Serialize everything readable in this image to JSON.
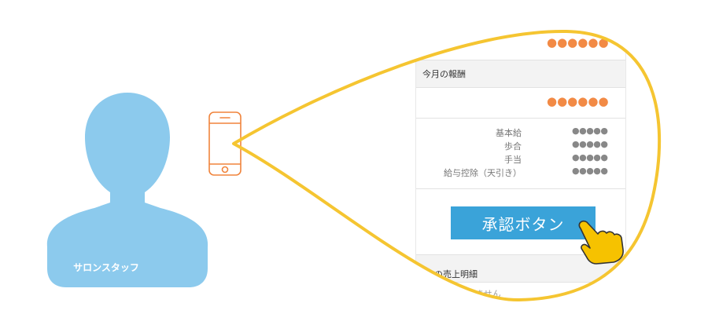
{
  "staff": {
    "label": "サロンスタッフ"
  },
  "screen": {
    "top_amount": "●●●●●●",
    "this_month": {
      "heading": "今月の報酬",
      "amount": "●●●●●●",
      "breakdown": [
        {
          "label": "基本給",
          "value": "●●●●●"
        },
        {
          "label": "歩合",
          "value": "●●●●●"
        },
        {
          "label": "手当",
          "value": "●●●●●"
        },
        {
          "label": "給与控除（天引き）",
          "value": "●●●●●"
        }
      ]
    },
    "approve_button": "承認ボタン",
    "sales_detail_heading": "その売上明細",
    "faded_text": "ません"
  },
  "colors": {
    "person": "#8ccaed",
    "phone": "#f0843c",
    "bubble_border": "#f5c531",
    "accent_dots": "#f28a45",
    "button": "#3aa3d9",
    "hand": "#f6c200"
  },
  "icons": [
    "person-icon",
    "smartphone-icon",
    "pointing-hand-icon"
  ]
}
